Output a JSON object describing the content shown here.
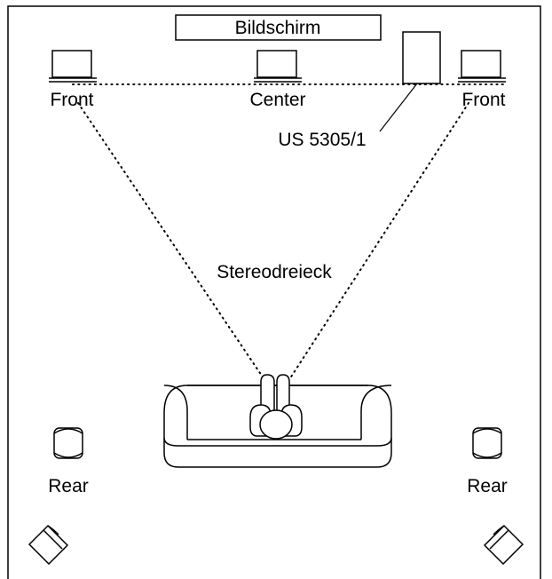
{
  "screen_label": "Bildschirm",
  "front_left_label": "Front",
  "center_label": "Center",
  "front_right_label": "Front",
  "subwoofer_label": "US 5305/1",
  "triangle_label": "Stereodreieck",
  "rear_left_label": "Rear",
  "rear_right_label": "Rear",
  "colors": {
    "line": "#000000",
    "background": "#ffffff"
  }
}
